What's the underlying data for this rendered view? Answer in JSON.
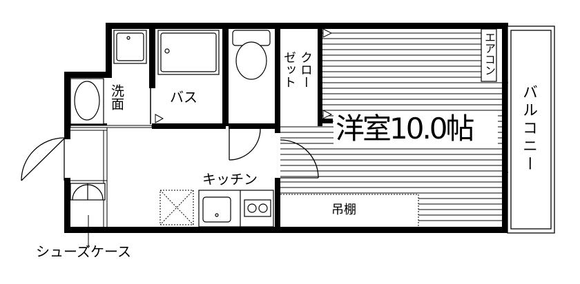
{
  "labels": {
    "western_room": "洋室10.0帖",
    "bath": "バス",
    "washroom": "洗面",
    "closet_col1": "ゼット",
    "closet_col2": "クロー",
    "aircon": "エアコン",
    "balcony": "バルコニー",
    "kitchen": "キッチン",
    "shelf": "吊棚",
    "shoe_case": "シューズケース"
  },
  "colors": {
    "wall": "#000000",
    "line": "#000000",
    "background": "#ffffff"
  }
}
